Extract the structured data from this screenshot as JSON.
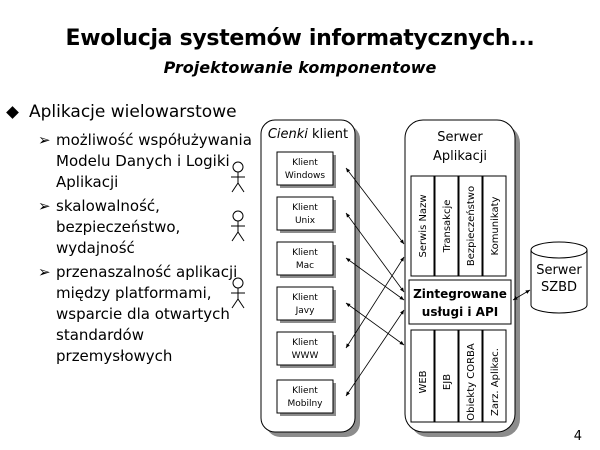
{
  "title": "Ewolucja systemów informatycznych...",
  "subtitle": "Projektowanie komponentowe",
  "main_bullet": "Aplikacje wielowarstowe",
  "sub_bullets": [
    [
      "możliwość współużywania",
      "Modelu Danych i Logiki",
      "Aplikacji"
    ],
    [
      "skalowalność,",
      "bezpieczeństwo,",
      "wydajność"
    ],
    [
      "przenaszalność aplikacji",
      "między platformami,",
      "wsparcie dla otwartych",
      "standardów",
      "przemysłowych"
    ]
  ],
  "clients_header": {
    "italic": "Cienki",
    "rest": " klient"
  },
  "clients": [
    [
      "Klient",
      "Windows"
    ],
    [
      "Klient",
      "Unix"
    ],
    [
      "Klient",
      "Mac"
    ],
    [
      "Klient",
      "Javy"
    ],
    [
      "Klient",
      "WWW"
    ],
    [
      "Klient",
      "Mobilny"
    ]
  ],
  "server_header": [
    "Serwer",
    "Aplikacji"
  ],
  "server_top_columns": [
    "Serwis Nazw",
    "Transakcje",
    "Bezpieczeństwo",
    "Komunikaty"
  ],
  "integrated": [
    "Zintegrowane",
    "usługi i API"
  ],
  "server_bottom_columns": [
    "WEB",
    "EJB",
    "Obiekty CORBA",
    "Zarz. Aplikac."
  ],
  "database": [
    "Serwer",
    "SZBD"
  ],
  "page_number": "4"
}
